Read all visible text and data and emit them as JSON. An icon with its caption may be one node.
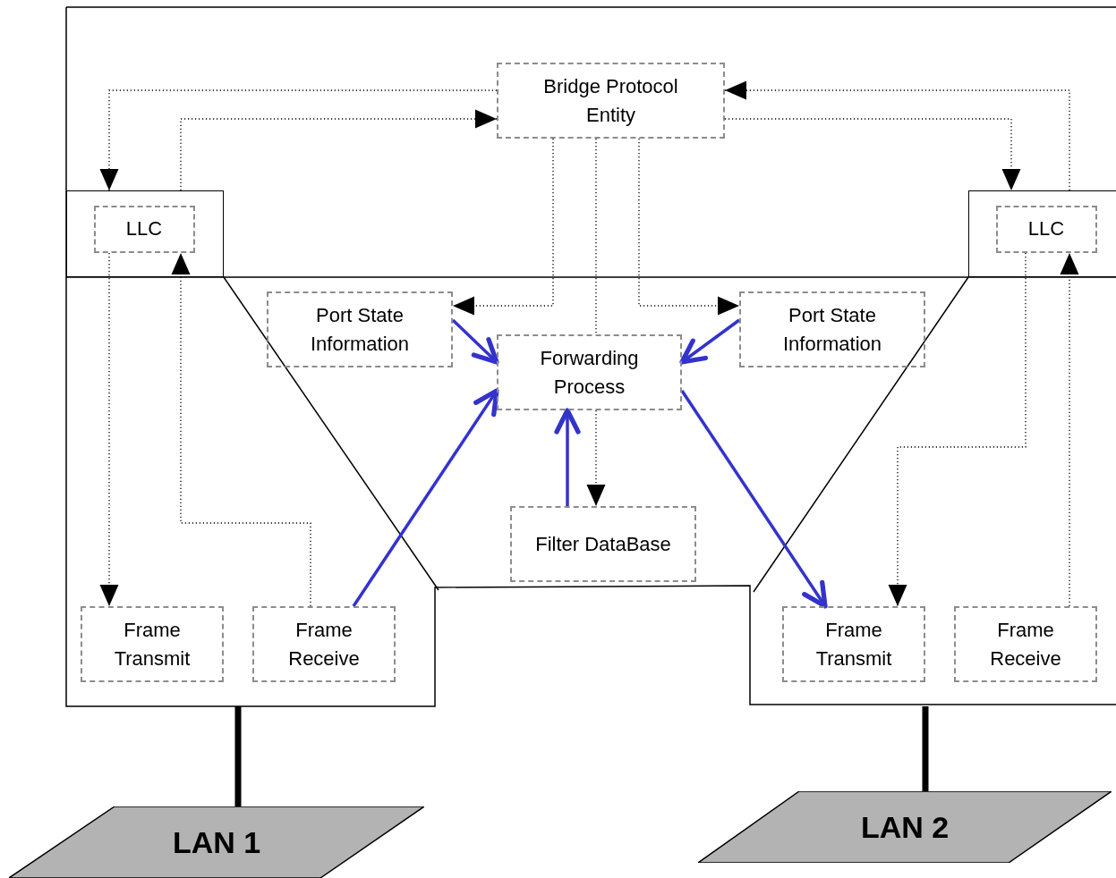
{
  "diagram": {
    "nodes": [
      {
        "text": [
          "Bridge Protocol Entity"
        ]
      },
      {
        "text": [],
        "shape": "box"
      },
      {
        "text": [
          "LLC"
        ],
        "in": 1
      },
      {
        "text": [],
        "shape": "box"
      },
      {
        "text": [
          "LLC"
        ],
        "in": 3
      },
      {
        "text": [
          "Port State Information"
        ]
      },
      {
        "text": [
          "Forwarding Process"
        ]
      },
      {
        "text": [
          "Port State Information"
        ]
      },
      {
        "text": [
          "Filter DataBase"
        ]
      },
      {
        "text": [
          "Frame Transmit"
        ]
      },
      {
        "text": [
          "Frame Receive"
        ]
      },
      {
        "text": [
          "Frame Transmit"
        ]
      },
      {
        "text": [
          "Frame Receive"
        ]
      },
      {
        "text": [
          "LAN 1"
        ]
      },
      {
        "text": [
          "LAN 2"
        ]
      }
    ],
    "edges": [
      {
        "from": 0,
        "to": 1,
        "arrow": "to",
        "style": "dashed"
      },
      {
        "from": 1,
        "to": 0,
        "arrow": "to",
        "style": "dashed"
      },
      {
        "from": 3,
        "to": 0,
        "arrow": "to",
        "style": "dashed"
      },
      {
        "from": 0,
        "to": 3,
        "arrow": "to",
        "style": "dashed"
      },
      {
        "from": 2,
        "to": 9,
        "arrow": "to",
        "style": "dashed"
      },
      {
        "from": 10,
        "to": 2,
        "arrow": "to",
        "style": "dashed"
      },
      {
        "from": 4,
        "to": 11,
        "arrow": "to",
        "style": "dashed"
      },
      {
        "from": 12,
        "to": 4,
        "arrow": "to",
        "style": "dashed"
      },
      {
        "from": 0,
        "to": 5,
        "arrow": "to",
        "style": "dashed"
      },
      {
        "from": 0,
        "to": 7,
        "arrow": "to",
        "style": "dashed"
      },
      {
        "from": 0,
        "to": 6,
        "arrow": "none",
        "style": "dashed"
      },
      {
        "from": 6,
        "to": 8,
        "arrow": "to",
        "style": "dashed"
      },
      {
        "from": 5,
        "to": 6,
        "arrow": "to",
        "style": "thick",
        "color": "#3333cc"
      },
      {
        "from": 7,
        "to": 6,
        "arrow": "to",
        "style": "thick",
        "color": "#3333cc"
      },
      {
        "from": 10,
        "to": 6,
        "arrow": "to",
        "style": "thick",
        "color": "#3333cc"
      },
      {
        "from": 8,
        "to": 6,
        "arrow": "to",
        "style": "thick",
        "color": "#3333cc"
      },
      {
        "from": 6,
        "to": 11,
        "arrow": "to",
        "style": "thick",
        "color": "#3333cc"
      },
      {
        "from": null,
        "to": 13,
        "arrow": "none",
        "style": "thick"
      },
      {
        "from": null,
        "to": 14,
        "arrow": "none",
        "style": "thick"
      }
    ]
  }
}
